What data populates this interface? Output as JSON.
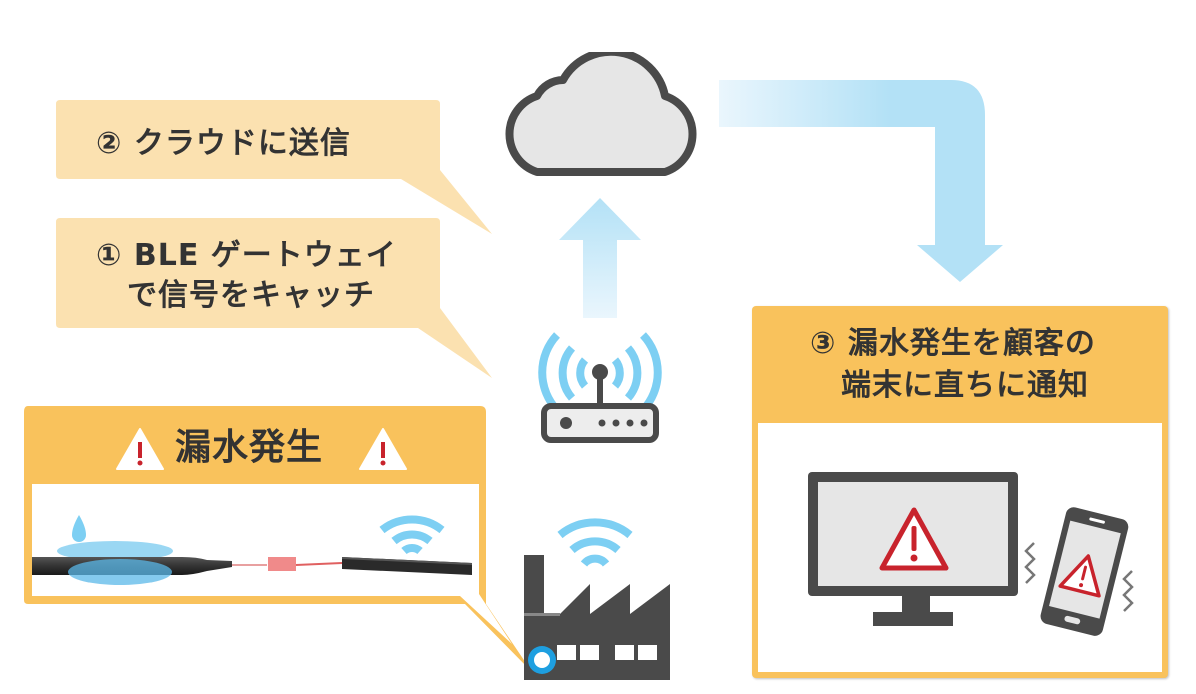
{
  "diagram": {
    "title": "BLE leak detection notification flow",
    "colors": {
      "bubble_fill": "#FBE1B0",
      "box_accent": "#F9C25C",
      "arrow_blue": "#B3E1F6",
      "wifi_blue": "#7DCFF3",
      "icon_dark": "#4A4A4A",
      "cloud_fill": "#E6E6E6",
      "alert_red": "#C8232C",
      "factory_ring": "#1E9FE0"
    },
    "steps": [
      {
        "id": "step-2",
        "number": "②",
        "text": "クラウドに送信",
        "label": "② クラウドに送信"
      },
      {
        "id": "step-1",
        "number": "①",
        "lines": [
          "BLE ゲートウェイ",
          "で信号をキャッチ"
        ],
        "label_line1": "① BLE ゲートウェイ",
        "label_line2": "　で信号をキャッチ"
      },
      {
        "id": "step-3",
        "number": "③",
        "lines": [
          "漏水発生を顧客の",
          "端末に直ちに通知"
        ],
        "label_line1": "③ 漏水発生を顧客の",
        "label_line2": "　端末に直ちに通知"
      }
    ],
    "leak_box": {
      "title": "漏水発生",
      "warning_icon": "warning-triangle-icon",
      "image": "leak-sensor-cable-with-water-puddle"
    },
    "icons": {
      "cloud": "cloud-icon",
      "router": "wifi-router-icon",
      "factory": "factory-icon",
      "monitor": "monitor-alert-icon",
      "phone": "smartphone-alert-icon",
      "up_arrow": "arrow-up-icon",
      "bent_arrow": "arrow-right-down-icon"
    }
  }
}
